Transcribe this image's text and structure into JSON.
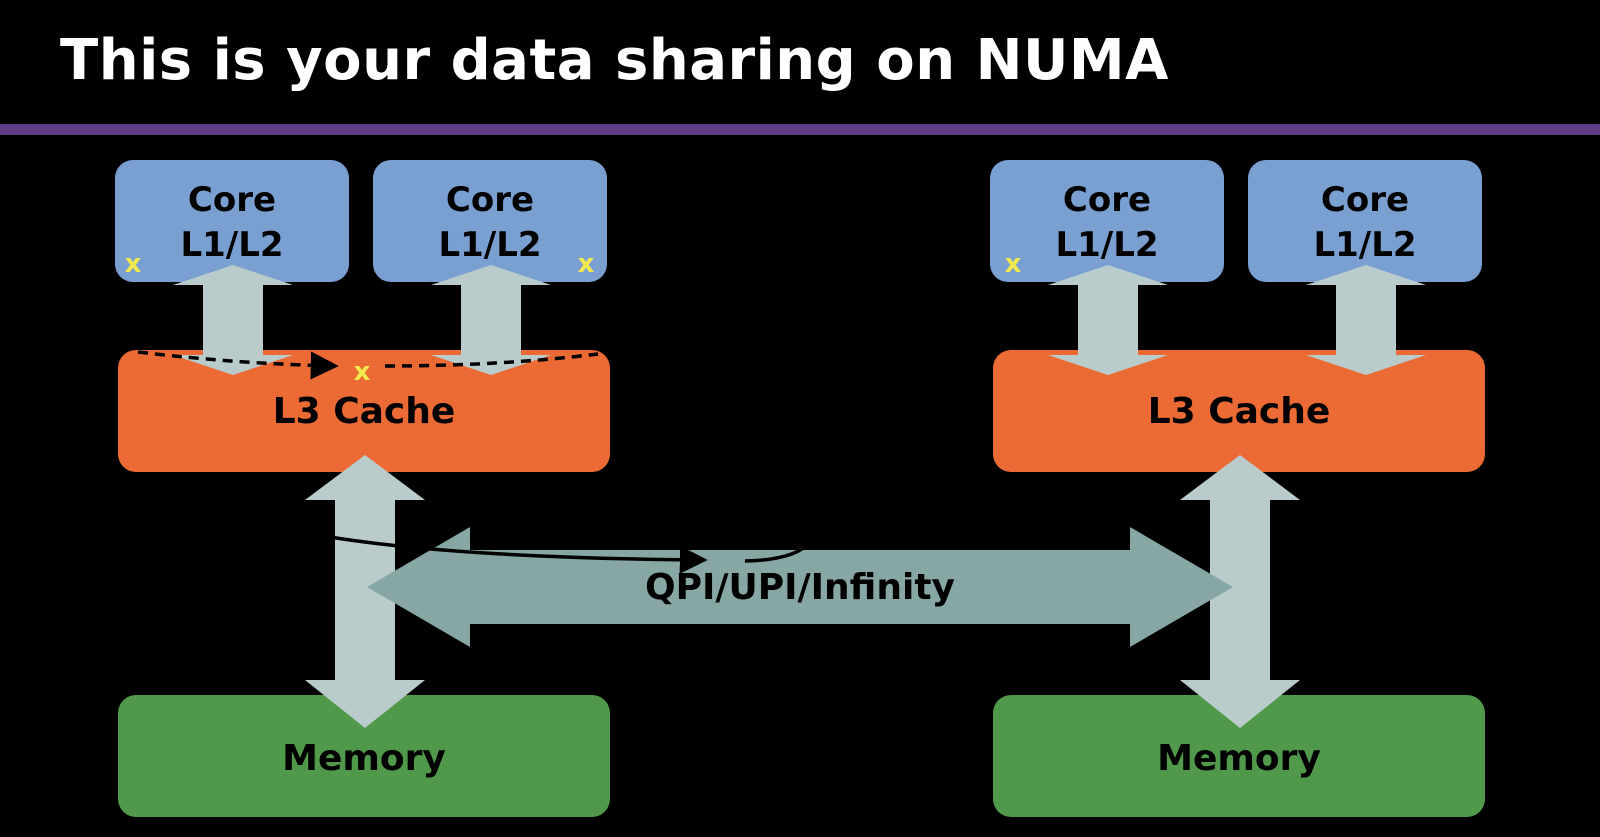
{
  "title": "This is your data sharing on NUMA",
  "nodes": [
    {
      "cores": [
        {
          "line1": "Core",
          "line2": "L1/L2",
          "mark": "x"
        },
        {
          "line1": "Core",
          "line2": "L1/L2",
          "mark": "x"
        }
      ],
      "l3": {
        "label": "L3 Cache",
        "mark": "x"
      },
      "memory": {
        "label": "Memory"
      }
    },
    {
      "cores": [
        {
          "line1": "Core",
          "line2": "L1/L2",
          "mark": "x"
        },
        {
          "line1": "Core",
          "line2": "L1/L2"
        }
      ],
      "l3": {
        "label": "L3 Cache"
      },
      "memory": {
        "label": "Memory"
      }
    }
  ],
  "interconnect": {
    "label": "QPI/UPI/Infinity"
  },
  "colors": {
    "core": "#7aa0d2",
    "l3": "#ec6b35",
    "memory": "#51994a",
    "arrow": "#b9cccb",
    "interconnect": "#86a7a4",
    "mark": "#f2e94e",
    "rule": "#5e3d86"
  }
}
